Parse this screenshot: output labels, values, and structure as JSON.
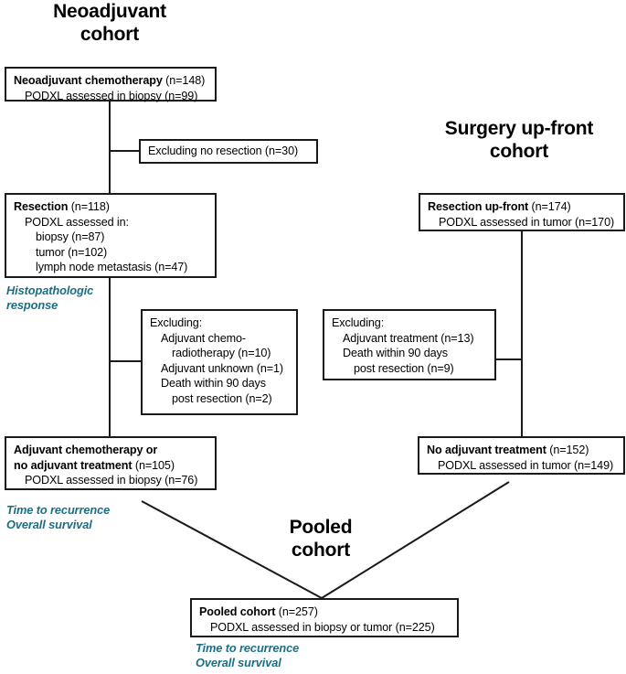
{
  "figure": {
    "type": "flowchart",
    "description": "CONSORT-style patient flow diagram for PODXL assessment in neoadjuvant, surgery up-front and pooled cohorts"
  },
  "titles": {
    "neoadjuvant": "Neoadjuvant\ncohort",
    "surgery": "Surgery up-front\ncohort",
    "pooled": "Pooled\ncohort"
  },
  "boxes": {
    "neoadjuvant_chemo": {
      "lines": [
        {
          "bold": "Neoadjuvant chemotherapy",
          "rest": " (n=148)",
          "indent": 0
        },
        {
          "bold": "",
          "rest": "PODXL assessed in biopsy (n=99)",
          "indent": 1
        }
      ]
    },
    "excluding_no_resection": {
      "lines": [
        {
          "bold": "",
          "rest": "Excluding no resection (n=30)",
          "indent": 0
        }
      ]
    },
    "resection": {
      "lines": [
        {
          "bold": "Resection",
          "rest": " (n=118)",
          "indent": 0
        },
        {
          "bold": "",
          "rest": "PODXL assessed in:",
          "indent": 1
        },
        {
          "bold": "",
          "rest": "biopsy (n=87)",
          "indent": 2
        },
        {
          "bold": "",
          "rest": "tumor (n=102)",
          "indent": 2
        },
        {
          "bold": "",
          "rest": "lymph node metastasis (n=47)",
          "indent": 2
        }
      ]
    },
    "resection_up_front": {
      "lines": [
        {
          "bold": "Resection up-front",
          "rest": " (n=174)",
          "indent": 0
        },
        {
          "bold": "",
          "rest": "PODXL assessed in tumor (n=170)",
          "indent": 1
        }
      ]
    },
    "excluding_left": {
      "lines": [
        {
          "bold": "",
          "rest": "Excluding:",
          "indent": 0
        },
        {
          "bold": "",
          "rest": "Adjuvant chemo-",
          "indent": 1
        },
        {
          "bold": "",
          "rest": "radiotherapy (n=10)",
          "indent": 2
        },
        {
          "bold": "",
          "rest": "Adjuvant unknown (n=1)",
          "indent": 1
        },
        {
          "bold": "",
          "rest": "Death within 90 days",
          "indent": 1
        },
        {
          "bold": "",
          "rest": "post resection (n=2)",
          "indent": 2
        }
      ]
    },
    "excluding_right": {
      "lines": [
        {
          "bold": "",
          "rest": "Excluding:",
          "indent": 0
        },
        {
          "bold": "",
          "rest": "Adjuvant treatment (n=13)",
          "indent": 1
        },
        {
          "bold": "",
          "rest": "Death within 90 days",
          "indent": 1
        },
        {
          "bold": "",
          "rest": "post resection (n=9)",
          "indent": 2
        }
      ]
    },
    "adjuvant_or_none": {
      "lines": [
        {
          "bold": "Adjuvant chemotherapy or",
          "rest": "",
          "indent": 0
        },
        {
          "bold": "no adjuvant treatment",
          "rest": " (n=105)",
          "indent": 0
        },
        {
          "bold": "",
          "rest": "PODXL assessed in biopsy (n=76)",
          "indent": 1
        }
      ]
    },
    "no_adjuvant": {
      "lines": [
        {
          "bold": "No adjuvant treatment",
          "rest": " (n=152)",
          "indent": 0
        },
        {
          "bold": "",
          "rest": "PODXL assessed in tumor (n=149)",
          "indent": 1
        }
      ]
    },
    "pooled_cohort": {
      "lines": [
        {
          "bold": "Pooled cohort",
          "rest": " (n=257)",
          "indent": 0
        },
        {
          "bold": "",
          "rest": "PODXL assessed in biopsy or tumor (n=225)",
          "indent": 1
        }
      ]
    }
  },
  "outcomes": {
    "histopathologic": "Histopathologic\nresponse",
    "neoadjuvant_survival": "Time to recurrence\nOverall survival",
    "pooled_survival": "Time to recurrence\nOverall survival"
  },
  "colors": {
    "box_border": "#1a1a1a",
    "text": "#000000",
    "outcome_teal": "#1b6f84",
    "background": "#ffffff"
  }
}
